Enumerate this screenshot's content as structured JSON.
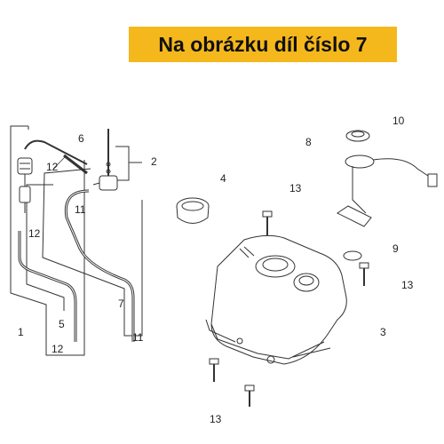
{
  "banner": {
    "text": "Na obrázku díl číslo 7",
    "background": "#f5b81c",
    "text_color": "#111111"
  },
  "diagram": {
    "line_color": "#333333",
    "part_numbers": {
      "p1": "1",
      "p2": "2",
      "p3": "3",
      "p4": "4",
      "p5": "5",
      "p6": "6",
      "p7": "7",
      "p8": "8",
      "p9": "9",
      "p10": "10",
      "p11a": "11",
      "p11b": "11",
      "p12a": "12",
      "p12b": "12",
      "p12c": "12",
      "p13a": "13",
      "p13b": "13",
      "p13c": "13"
    }
  }
}
